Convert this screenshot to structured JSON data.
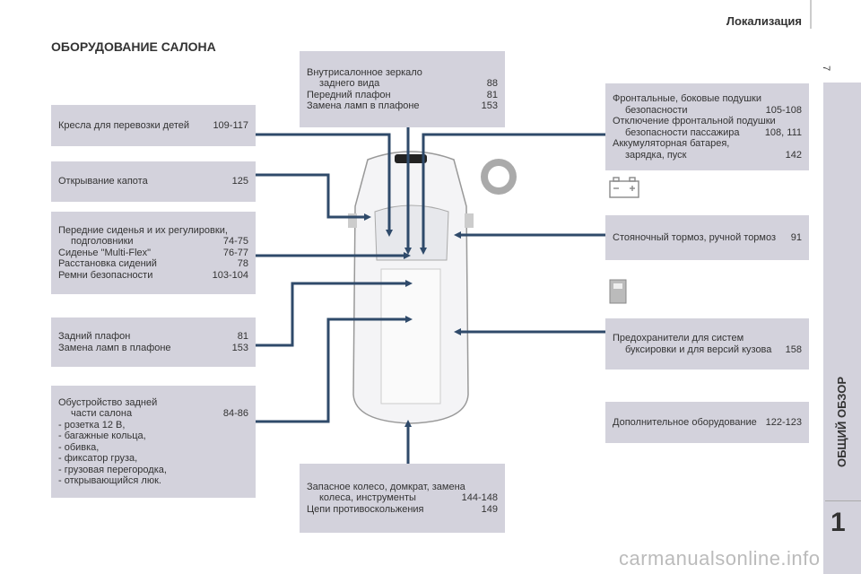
{
  "header": {
    "section": "Локализация",
    "page": "7"
  },
  "title": "ОБОРУДОВАНИЕ САЛОНА",
  "sidebar": {
    "label": "ОБЩИЙ ОБЗОР",
    "chapter": "1"
  },
  "boxes": {
    "child_seats": {
      "l1": "Кресла для перевозки детей",
      "p1": "109-117"
    },
    "bonnet": {
      "l1": "Открывание капота",
      "p1": "125"
    },
    "front_seats": {
      "l1": "Передние сиденья и их регулировки,",
      "l2": "подголовники",
      "p2": "74-75",
      "l3": "Сиденье \"Multi-Flex\"",
      "p3": "76-77",
      "l4": "Расстановка сидений",
      "p4": "78",
      "l5": "Ремни безопасности",
      "p5": "103-104"
    },
    "rear_lamp": {
      "l1": "Задний плафон",
      "p1": "81",
      "l2": "Замена ламп в плафоне",
      "p2": "153"
    },
    "rear": {
      "l1": "Обустройство задней",
      "l2": "части салона",
      "p2": "84-86",
      "items": [
        "-  розетка 12 В,",
        "-  багажные кольца,",
        "-  обивка,",
        "-  фиксатор груза,",
        "-  грузовая перегородка,",
        "-  открывающийся люк."
      ]
    },
    "mirror": {
      "l1": "Внутрисалонное зеркало",
      "l2": "заднего вида",
      "p2": "88",
      "l3": "Передний плафон",
      "p3": "81",
      "l4": "Замена ламп в плафоне",
      "p4": "153"
    },
    "spare": {
      "l1": "Запасное колесо, домкрат, замена",
      "l2": "колеса, инструменты",
      "p2": "144-148",
      "l3": "Цепи противоскольжения",
      "p3": "149"
    },
    "airbags": {
      "l1": "Фронтальные, боковые подушки",
      "l2": "безопасности",
      "p2": "105-108",
      "l3": "Отключение фронтальной подушки",
      "l4": "безопасности пассажира",
      "p4": "108, 111",
      "l5": "Аккумуляторная батарея,",
      "l6": "зарядка, пуск",
      "p6": "142"
    },
    "brake": {
      "l1": "Стояночный тормоз, ручной тормоз",
      "p1": "91"
    },
    "fuses": {
      "l1": "Предохранители для систем",
      "l2": "буксировки и для версий кузова",
      "p2": "158"
    },
    "extra": {
      "l1": "Дополнительное оборудование",
      "p1": "122-123"
    }
  },
  "colors": {
    "box": "#d3d2dc",
    "line": "#2f4a6a"
  },
  "watermark": "carmanualsonline.info"
}
